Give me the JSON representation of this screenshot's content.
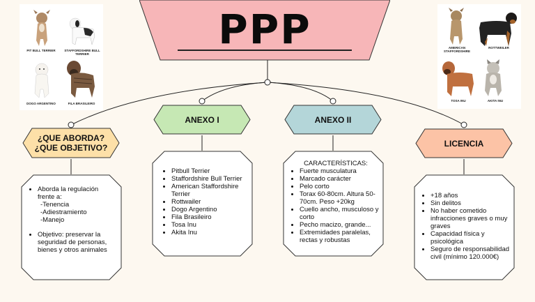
{
  "title": "PPP",
  "nodes": {
    "aborda": {
      "label_line1": "¿QUE ABORDA?",
      "label_line2": "¿QUE OBJETIVO?",
      "color": "#fde0a8"
    },
    "anexo1": {
      "label": "ANEXO I",
      "color": "#c6e8b4"
    },
    "anexo2": {
      "label": "ANEXO II",
      "color": "#b4d6d9"
    },
    "licencia": {
      "label": "LICENCIA",
      "color": "#fcc3a6"
    }
  },
  "aborda_card": {
    "item1": "Aborda la regulación frente a:",
    "sub": [
      "-Tenencia",
      "-Adiestramiento",
      "-Manejo"
    ],
    "item2": "Objetivo: preservar la seguridad de personas, bienes y otros animales"
  },
  "anexo1_card": {
    "items": [
      "Pitbull Terrier",
      "Staffordshire Bull Terrier",
      "American Staffordshire Terrier",
      "Rottwailer",
      "Dogo Argentino",
      "Fila Brasileiro",
      "Tosa Inu",
      "Akita Inu"
    ]
  },
  "anexo2_card": {
    "heading": "CARACTERÍSTICAS:",
    "items": [
      "Fuerte musculatura",
      "Marcado carácter",
      "Pelo corto",
      "Torax 60-80cm. Altura 50-70cm. Peso +20kg",
      "Cuello ancho, musculoso y corto",
      "Pecho macizo, grande...",
      "Extremidades paralelas, rectas y robustas"
    ]
  },
  "licencia_card": {
    "items": [
      "+18 años",
      "Sin delitos",
      "No haber cometido infracciones graves o muy graves",
      "Capacidad física y psicológica",
      "Seguro de responsabilidad civil (mínimo 120.000€)"
    ]
  },
  "photos_left": {
    "captions": [
      "PIT BULL TERRIER",
      "STAFFORDSHIRE BULL TERRIER",
      "DOGO ARGENTINO",
      "FILA BRASILEIRO"
    ]
  },
  "photos_right": {
    "captions": [
      "AMERICAN STAFFORDSHIRE",
      "ROTTWEILER",
      "TOSA INU",
      "AKITA INU"
    ]
  },
  "colors": {
    "title_box": "#f7b6b8",
    "line": "#222222",
    "card_bg": "#ffffff"
  }
}
